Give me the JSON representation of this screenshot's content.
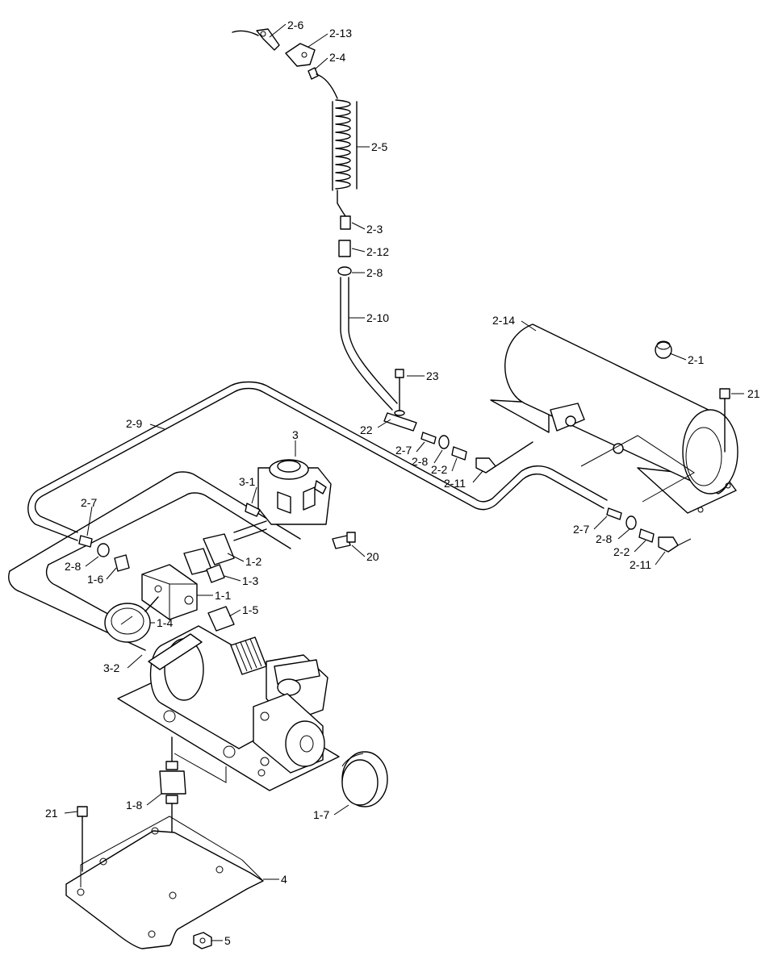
{
  "callouts": [
    {
      "id": "c-2-6",
      "text": "2-6"
    },
    {
      "id": "c-2-13",
      "text": "2-13"
    },
    {
      "id": "c-2-4",
      "text": "2-4"
    },
    {
      "id": "c-2-5",
      "text": "2-5"
    },
    {
      "id": "c-2-3",
      "text": "2-3"
    },
    {
      "id": "c-2-12",
      "text": "2-12"
    },
    {
      "id": "c-2-8a",
      "text": "2-8"
    },
    {
      "id": "c-2-10",
      "text": "2-10"
    },
    {
      "id": "c-2-14",
      "text": "2-14"
    },
    {
      "id": "c-2-1",
      "text": "2-1"
    },
    {
      "id": "c-23",
      "text": "23"
    },
    {
      "id": "c-21a",
      "text": "21"
    },
    {
      "id": "c-22",
      "text": "22"
    },
    {
      "id": "c-2-9",
      "text": "2-9"
    },
    {
      "id": "c-3",
      "text": "3"
    },
    {
      "id": "c-2-7a",
      "text": "2-7"
    },
    {
      "id": "c-2-8b",
      "text": "2-8"
    },
    {
      "id": "c-2-2a",
      "text": "2-2"
    },
    {
      "id": "c-2-11a",
      "text": "2-11"
    },
    {
      "id": "c-3-1",
      "text": "3-1"
    },
    {
      "id": "c-2-7b",
      "text": "2-7"
    },
    {
      "id": "c-20",
      "text": "20"
    },
    {
      "id": "c-1-2",
      "text": "1-2"
    },
    {
      "id": "c-2-8c",
      "text": "2-8"
    },
    {
      "id": "c-1-6",
      "text": "1-6"
    },
    {
      "id": "c-1-3",
      "text": "1-3"
    },
    {
      "id": "c-1-1",
      "text": "1-1"
    },
    {
      "id": "c-1-5",
      "text": "1-5"
    },
    {
      "id": "c-1-4",
      "text": "1-4"
    },
    {
      "id": "c-2-7c",
      "text": "2-7"
    },
    {
      "id": "c-2-8d",
      "text": "2-8"
    },
    {
      "id": "c-2-2b",
      "text": "2-2"
    },
    {
      "id": "c-2-11b",
      "text": "2-11"
    },
    {
      "id": "c-3-2",
      "text": "3-2"
    },
    {
      "id": "c-1-8",
      "text": "1-8"
    },
    {
      "id": "c-1-7",
      "text": "1-7"
    },
    {
      "id": "c-21b",
      "text": "21"
    },
    {
      "id": "c-4",
      "text": "4"
    },
    {
      "id": "c-5",
      "text": "5"
    }
  ]
}
